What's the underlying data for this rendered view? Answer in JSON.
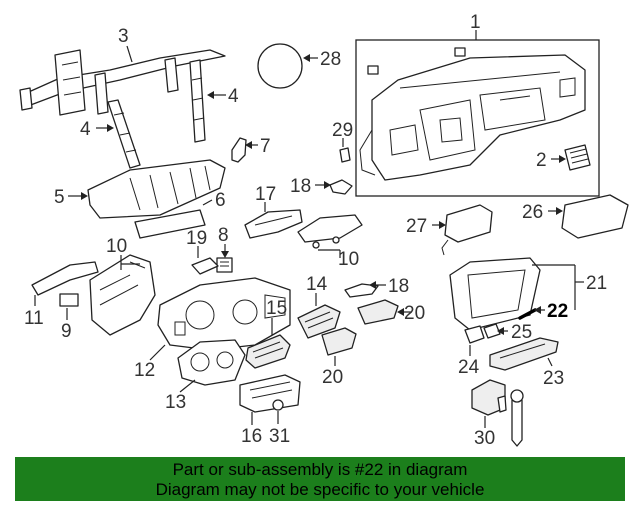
{
  "callouts": [
    {
      "id": "1",
      "text": "1"
    },
    {
      "id": "2",
      "text": "2"
    },
    {
      "id": "3",
      "text": "3"
    },
    {
      "id": "4a",
      "text": "4"
    },
    {
      "id": "4b",
      "text": "4"
    },
    {
      "id": "5",
      "text": "5"
    },
    {
      "id": "6",
      "text": "6"
    },
    {
      "id": "7",
      "text": "7"
    },
    {
      "id": "8",
      "text": "8"
    },
    {
      "id": "9",
      "text": "9"
    },
    {
      "id": "10a",
      "text": "10"
    },
    {
      "id": "10b",
      "text": "10"
    },
    {
      "id": "11",
      "text": "11"
    },
    {
      "id": "12",
      "text": "12"
    },
    {
      "id": "13",
      "text": "13"
    },
    {
      "id": "14",
      "text": "14"
    },
    {
      "id": "15",
      "text": "15"
    },
    {
      "id": "16",
      "text": "16"
    },
    {
      "id": "17",
      "text": "17"
    },
    {
      "id": "18a",
      "text": "18"
    },
    {
      "id": "18b",
      "text": "18"
    },
    {
      "id": "19",
      "text": "19"
    },
    {
      "id": "20a",
      "text": "20"
    },
    {
      "id": "20b",
      "text": "20"
    },
    {
      "id": "21",
      "text": "21"
    },
    {
      "id": "22",
      "text": "22"
    },
    {
      "id": "23",
      "text": "23"
    },
    {
      "id": "24",
      "text": "24"
    },
    {
      "id": "25",
      "text": "25"
    },
    {
      "id": "26",
      "text": "26"
    },
    {
      "id": "27",
      "text": "27"
    },
    {
      "id": "28",
      "text": "28"
    },
    {
      "id": "29",
      "text": "29"
    },
    {
      "id": "30",
      "text": "30"
    },
    {
      "id": "31",
      "text": "31"
    }
  ],
  "highlight_part": "22",
  "banner": {
    "line1": "Part or sub-assembly is #22 in diagram",
    "line2": "Diagram may not be specific to your vehicle",
    "color": "#1c7f1c"
  }
}
